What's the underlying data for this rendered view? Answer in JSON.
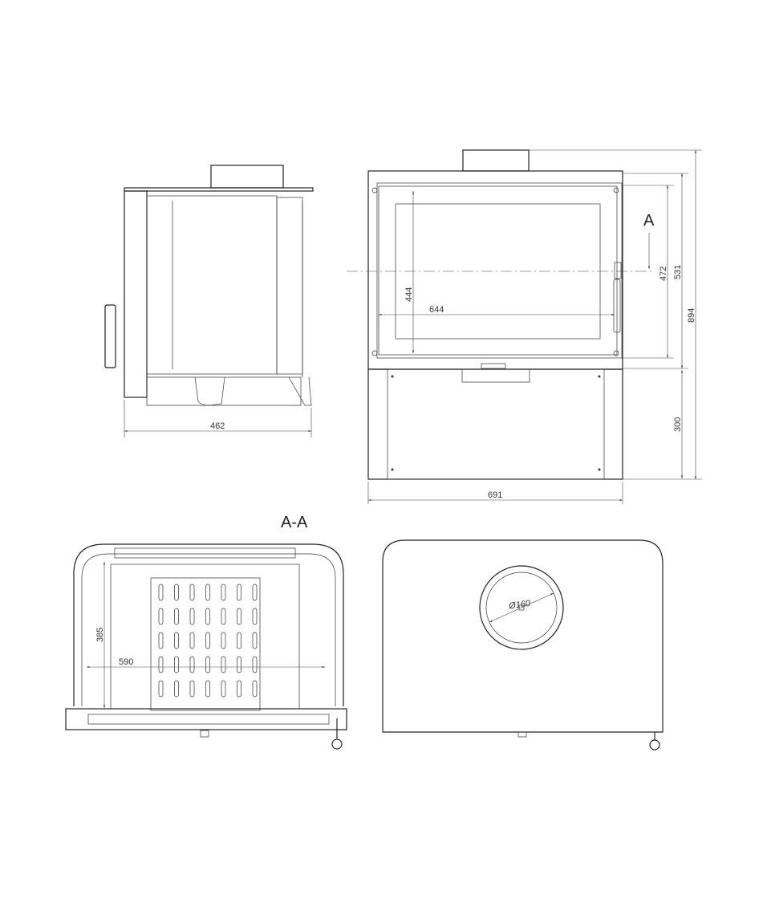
{
  "drawing": {
    "side_view": {
      "width_dim": "462"
    },
    "front_view": {
      "overall_width_dim": "691",
      "overall_height_dim": "894",
      "base_height_dim": "300",
      "body_height_dim": "531",
      "door_height_dim": "472",
      "glass_height_dim": "444",
      "glass_width_dim": "644",
      "section_marker": "A"
    },
    "section_view": {
      "title": "A-A",
      "depth_dim": "385",
      "width_dim": "590"
    },
    "top_view": {
      "flue_diameter_dim": "Ø160"
    },
    "colors": {
      "line": "#222222",
      "background": "#ffffff"
    }
  }
}
